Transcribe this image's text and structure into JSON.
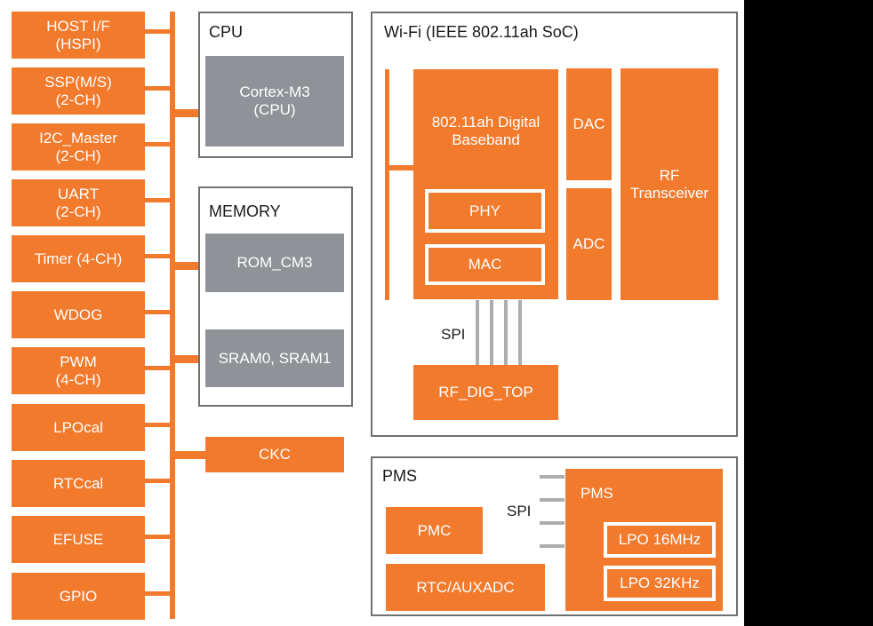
{
  "colors": {
    "accent_orange": "#F17A2C",
    "block_gray": "#8F9296",
    "outline_gray": "#6E6F72",
    "signal_line_gray": "#ABADB0",
    "background": "#FFFFFF",
    "right_margin_black": "#000000"
  },
  "peripherals": {
    "items": [
      {
        "label": "HOST I/F\n(HSPI)"
      },
      {
        "label": "SSP(M/S)\n(2-CH)"
      },
      {
        "label": "I2C_Master\n(2-CH)"
      },
      {
        "label": "UART\n(2-CH)"
      },
      {
        "label": "Timer (4-CH)"
      },
      {
        "label": "WDOG"
      },
      {
        "label": "PWM\n(4-CH)"
      },
      {
        "label": "LPOcal"
      },
      {
        "label": "RTCcal"
      },
      {
        "label": "EFUSE"
      },
      {
        "label": "GPIO"
      }
    ]
  },
  "cpu": {
    "title": "CPU",
    "core_label": "Cortex-M3\n(CPU)"
  },
  "memory": {
    "title": "MEMORY",
    "rom_label": "ROM_CM3",
    "sram_label": "SRAM0, SRAM1"
  },
  "ckc": {
    "label": "CKC"
  },
  "wifi": {
    "title": "Wi-Fi (IEEE 802.11ah SoC)",
    "baseband_label": "802.11ah Digital\nBaseband",
    "phy_label": "PHY",
    "mac_label": "MAC",
    "dac_label": "DAC",
    "adc_label": "ADC",
    "rf_label": "RF\nTransceiver",
    "spi_label": "SPI",
    "rf_dig_top_label": "RF_DIG_TOP"
  },
  "pms": {
    "title": "PMS",
    "pmc_label": "PMC",
    "rtc_label": "RTC/AUXADC",
    "spi_label": "SPI",
    "block_label": "PMS",
    "lpo16_label": "LPO 16MHz",
    "lpo32_label": "LPO 32KHz"
  }
}
